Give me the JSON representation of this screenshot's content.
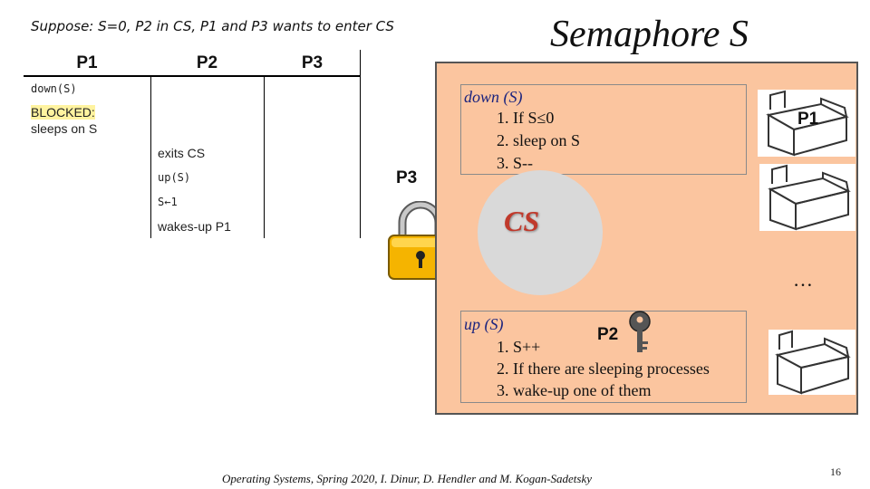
{
  "header": {
    "scenario": "Suppose: S=0, P2 in CS, P1 and P3 wants to enter CS",
    "title": "Semaphore S"
  },
  "table": {
    "columns": [
      "P1",
      "P2",
      "P3"
    ],
    "p1_down": "down(S)",
    "p1_blocked": "BLOCKED:",
    "p1_sleeps": "sleeps on S",
    "p2_exits": "exits CS",
    "p2_up": "up(S)",
    "p2_assign": "S←1",
    "p2_wakes": "wakes-up P1"
  },
  "diagram": {
    "p3_label": "P3",
    "down_title": "down (S)",
    "down_step1": "1. If S≤0",
    "down_step2": "2.     sleep on S",
    "down_step3": "3. S--",
    "cs_label": "CS",
    "up_title": "up (S)",
    "up_step1": "1. S++",
    "up_step2": "2. If there are sleeping processes",
    "up_step3": "3. wake-up one of them",
    "p1_bed_label": "P1",
    "p2_label": "P2",
    "ellipsis": "…"
  },
  "footer": {
    "credit": "Operating Systems, Spring 2020, I. Dinur, D. Hendler and M. Kogan-Sadetsky",
    "page": "16"
  }
}
